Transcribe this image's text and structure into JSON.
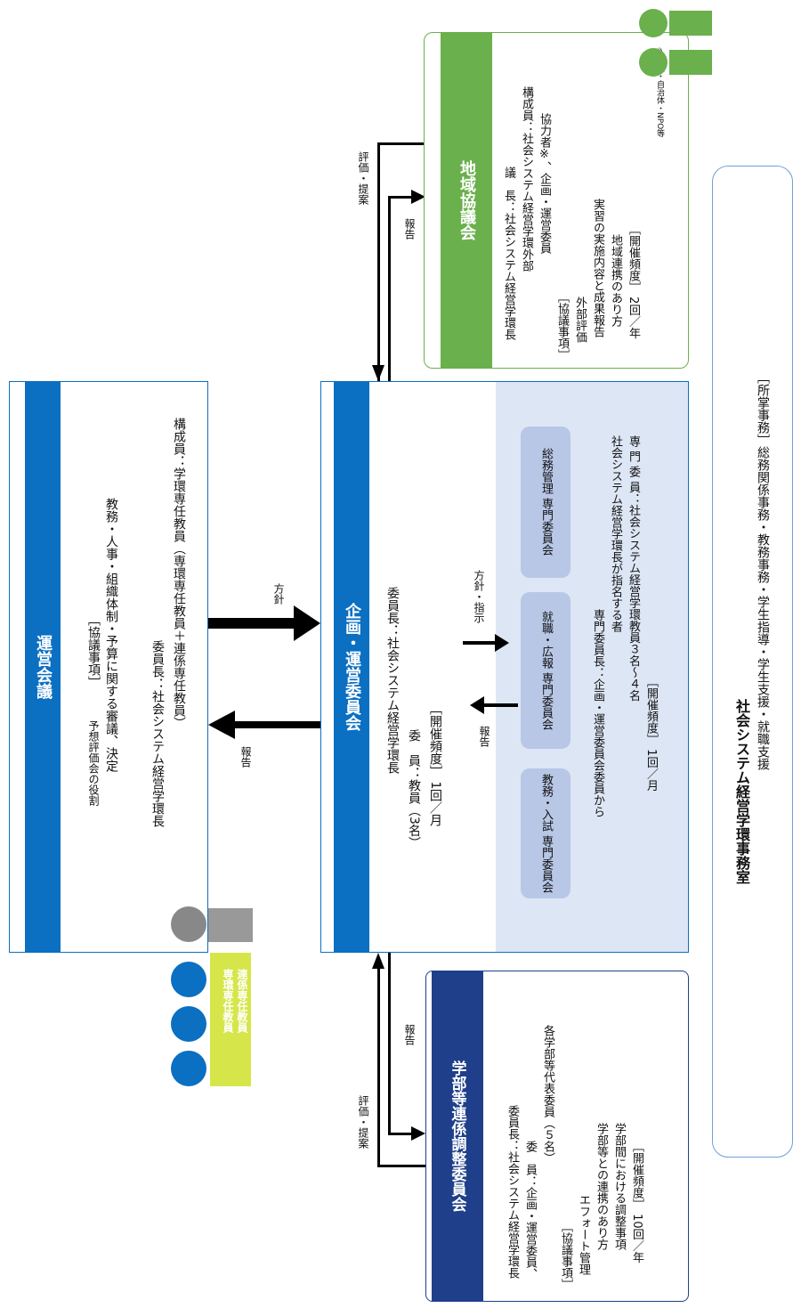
{
  "uneikaigi": {
    "title": "運営会議",
    "matters_label": "［協議事項］",
    "matters_a": "予想評価会の役割",
    "matters_b": "教務・人事・組織体制・予算に関する審議、決定",
    "chair": "委員長：社会システム経営学環長",
    "members": "構成員：学環専任教員（専環専任教員＋連係専任教員）"
  },
  "kikaku": {
    "title": "企画・運営委員会",
    "chair": "委員長：社会システム経営学環長",
    "members": "委　員：教員（3名）",
    "freq": "［開催頻度］ 1回／月",
    "subcommittees": [
      {
        "name": "教務・入試\n専門委員会"
      },
      {
        "name": "就職・広報\n専門委員会"
      },
      {
        "name": "総務管理\n専門委員会"
      }
    ],
    "sub_chair": "専門委員長：企画・運営委員会委員から",
    "sub_chair2": "社会システム経営学環長が指名する者",
    "sub_members": "専 門 委 員：社会システム経営学環教員３名〜４名",
    "sub_freq": "［開催頻度］ 1回／月"
  },
  "chiiki": {
    "title": "地域協議会",
    "chair": "議　長：社会システム経営学環長",
    "members": "構成員：社会システム経営学環外部",
    "members2": "協力者※、企画・運営委員",
    "matters_label": "［協議事項］",
    "m1": "外部評価",
    "m2": "実習の実施内容と成果報告",
    "m3": "地域連携のあり方",
    "freq": "［開催頻度］ 2回／年",
    "note": "※企業・自治体・NPO等"
  },
  "gakubu": {
    "title": "学部等連係調整委員会",
    "chair": "委員長：社会システム経営学環長",
    "members": "委　員：企画・運営委員、",
    "members2": "各学部等代表委員（５名）",
    "matters_label": "［協議事項］",
    "m1": "エフォート管理",
    "m2": "学部等との連携のあり方",
    "m3": "学部間における調整事項",
    "freq": "［開催頻度］ 10回／年"
  },
  "jimu": {
    "title": "社会システム経営学環事務室",
    "duties": "［所掌事務］総務関係事務・教務事務・学生指導・学生支援・就職支援"
  },
  "people_left": {
    "line1": "専環専任教員",
    "line2": "連係専任教員"
  },
  "arrows": {
    "houshin": "方針",
    "houkoku": "報告",
    "houshin_shiji": "方針・指示",
    "houkoku2": "報告",
    "hyouka_teian_top": "評価・提案",
    "houkoku_top": "報告",
    "hyouka_teian_bottom": "評価・提案",
    "houkoku_bottom": "報告"
  },
  "colors": {
    "blue": "#0b6fc2",
    "navy": "#1f3f8a",
    "green": "#6ab04c",
    "light_blue_panel": "#dde6f5",
    "yellow": "#d6e64a"
  }
}
